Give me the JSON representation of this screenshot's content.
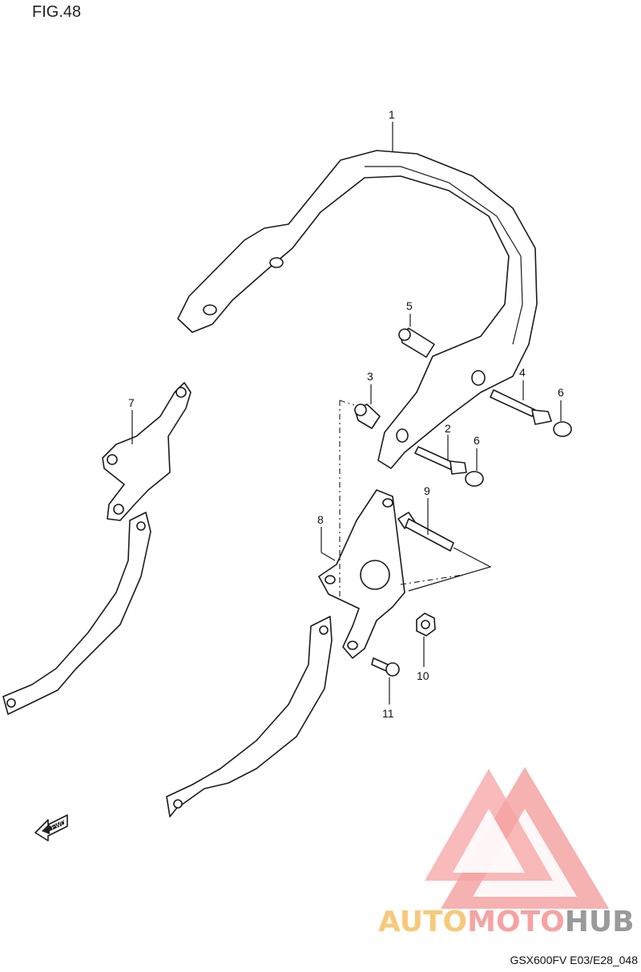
{
  "figure": {
    "title": "FIG.48",
    "code": "GSX600FV E03/E28_048"
  },
  "callouts": [
    "1",
    "2",
    "3",
    "4",
    "5",
    "6",
    "6",
    "7",
    "8",
    "9",
    "10",
    "11"
  ],
  "fwd_label": "FWD",
  "watermark": {
    "part1": "AUTO",
    "part2": "MOTO",
    "part3": "HUB",
    "colors": {
      "triangle": "#f5a3a3",
      "auto": "#f7c97a",
      "moto": "#f5a3a3",
      "hub": "#9a9a9a"
    }
  }
}
